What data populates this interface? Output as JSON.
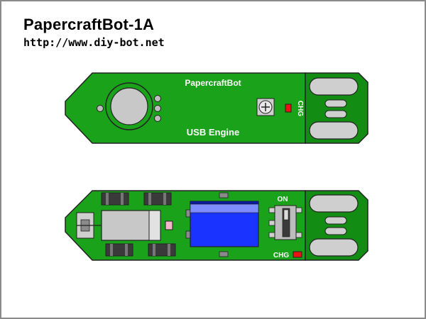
{
  "header": {
    "title": "PapercraftBot-1A",
    "url": "http://www.diy-bot.net"
  },
  "top_board": {
    "name_label": "PapercraftBot",
    "engine_label": "USB Engine",
    "charge_label": "CHG"
  },
  "bottom_board": {
    "switch_label": "ON",
    "charge_label": "CHG"
  },
  "colors": {
    "pcb_green": "#1aa31a",
    "pcb_outline": "#222222",
    "usb_plug_green": "#138c13",
    "battery_blue": "#1a33ff",
    "led_red": "#ee1111",
    "component_gray": "#bdbdbd",
    "chip_dark": "#3a3a3a"
  }
}
